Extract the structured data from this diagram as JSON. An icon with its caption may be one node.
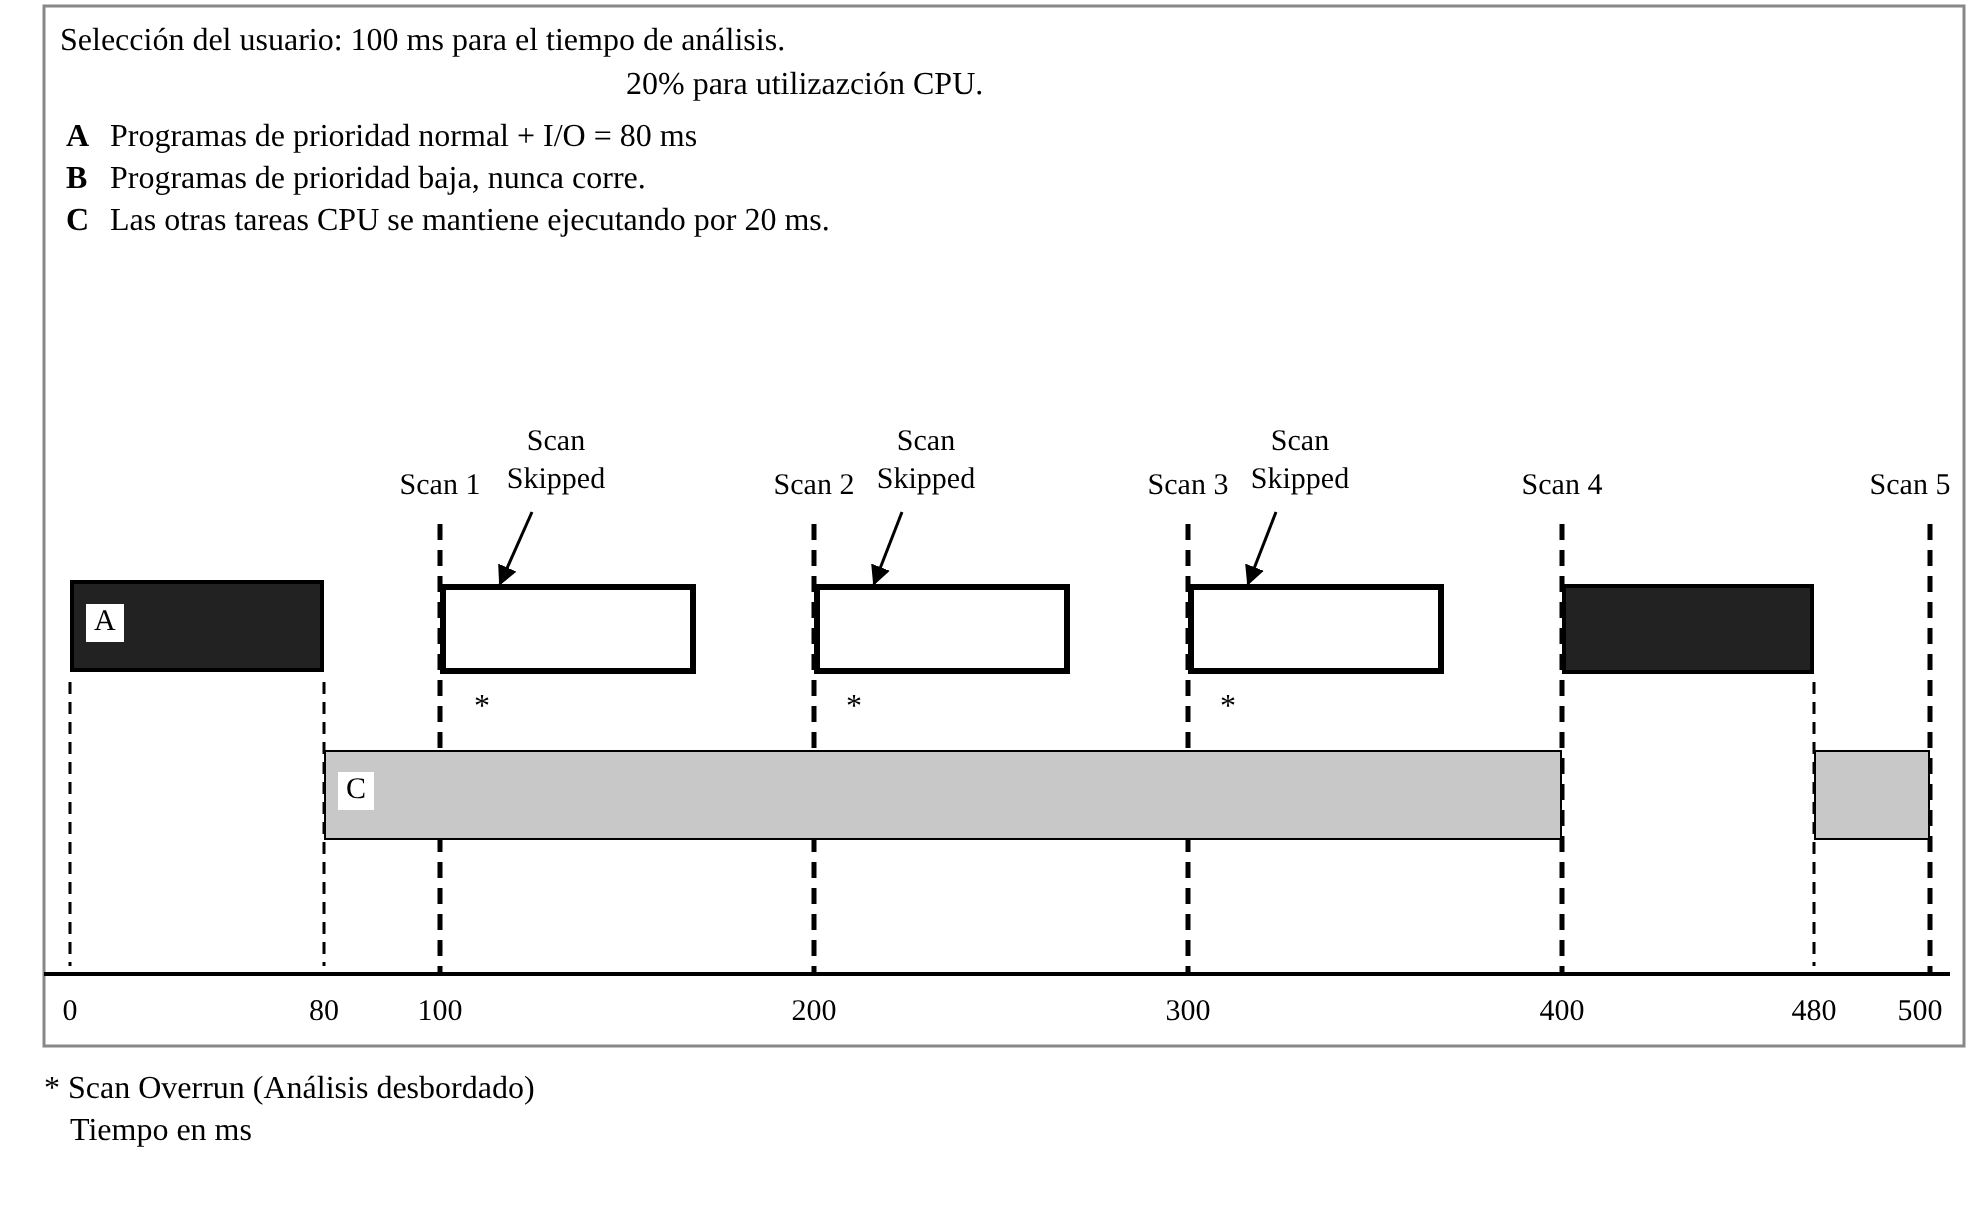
{
  "diagram": {
    "nodes": [
      {
        "text": [
          "A"
        ]
      },
      {
        "text": [
          "C"
        ]
      },
      {
        "text": [
          "Scan Skipped"
        ]
      },
      {
        "text": [],
        "shape": "box"
      },
      {
        "text": [
          "Scan Skipped"
        ]
      },
      {
        "text": [],
        "shape": "box"
      },
      {
        "text": [
          "Scan Skipped"
        ]
      },
      {
        "text": [],
        "shape": "box"
      },
      {
        "text": [],
        "shape": "box"
      },
      {
        "text": [],
        "shape": "box"
      }
    ],
    "edges": [
      {
        "from": 2,
        "to": 3,
        "arrow": "to"
      },
      {
        "from": 4,
        "to": 5,
        "arrow": "to"
      },
      {
        "from": 6,
        "to": 7,
        "arrow": "to"
      }
    ],
    "labels": [
      "Selección del usuario: 100 ms para el tiempo de análisis.",
      "20% para utilizazción CPU.",
      "A",
      "Programas de prioridad normal + I/O = 80 ms",
      "B",
      "Programas de prioridad baja, nunca corre.",
      "C",
      "Las otras tareas CPU se mantiene ejecutando por 20 ms.",
      "Scan 1",
      "Scan 2",
      "Scan 3",
      "Scan 4",
      "Scan 5",
      "*",
      "*",
      "*",
      "0",
      "80",
      "100",
      "200",
      "300",
      "400",
      "480",
      "500",
      "* Scan Overrun (Análisis desbordado)",
      "Tiempo en ms"
    ]
  }
}
